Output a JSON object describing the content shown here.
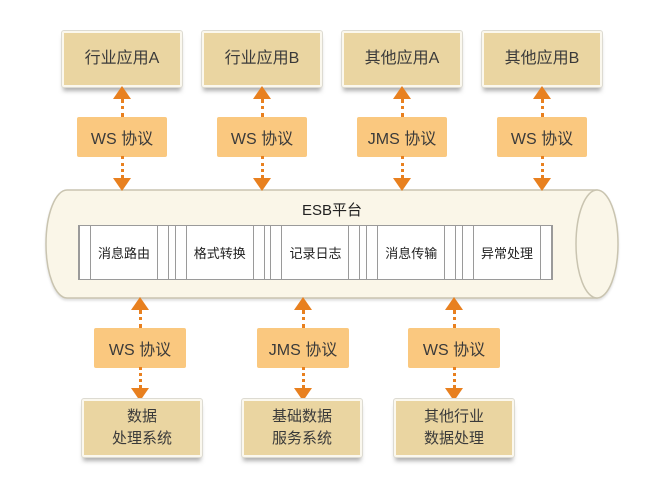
{
  "diagram": {
    "esb": {
      "title": "ESB平台",
      "modules": [
        "消息路由",
        "格式转换",
        "记录日志",
        "消息传输",
        "异常处理"
      ]
    },
    "top_apps": [
      {
        "label": "行业应用A",
        "protocol": "WS 协议"
      },
      {
        "label": "行业应用B",
        "protocol": "WS 协议"
      },
      {
        "label": "其他应用A",
        "protocol": "JMS 协议"
      },
      {
        "label": "其他应用B",
        "protocol": "WS 协议"
      }
    ],
    "bottom_systems": [
      {
        "protocol": "WS 协议",
        "lines": [
          "数据",
          "处理系统"
        ]
      },
      {
        "protocol": "JMS 协议",
        "lines": [
          "基础数据",
          "服务系统"
        ]
      },
      {
        "protocol": "WS 协议",
        "lines": [
          "其他行业",
          "数据处理"
        ]
      }
    ],
    "colors": {
      "app_box_fill": "#ead5a1",
      "protocol_box_fill": "#fac87f",
      "arrow_orange": "#e8801f",
      "cylinder_fill": "#faf6e8",
      "cylinder_stroke": "#c9c4b0",
      "band_border": "#9a9a9a"
    }
  }
}
